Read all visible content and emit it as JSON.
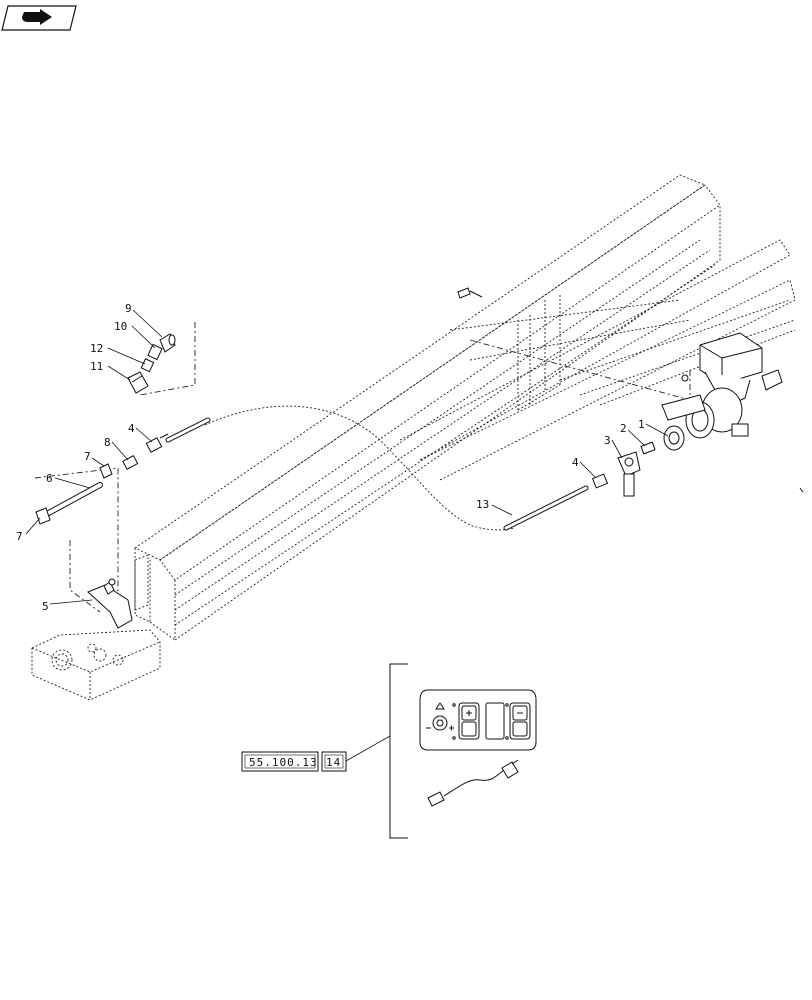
{
  "nav": {
    "icon": "next-page-arrow-icon"
  },
  "callouts": [
    {
      "id": "c9",
      "label": "9"
    },
    {
      "id": "c10",
      "label": "10"
    },
    {
      "id": "c12",
      "label": "12"
    },
    {
      "id": "c11",
      "label": "11"
    },
    {
      "id": "c4a",
      "label": "4"
    },
    {
      "id": "c8",
      "label": "8"
    },
    {
      "id": "c7a",
      "label": "7"
    },
    {
      "id": "c6",
      "label": "6"
    },
    {
      "id": "c7b",
      "label": "7"
    },
    {
      "id": "c5",
      "label": "5"
    },
    {
      "id": "c1",
      "label": "1"
    },
    {
      "id": "c2",
      "label": "2"
    },
    {
      "id": "c3",
      "label": "3"
    },
    {
      "id": "c4b",
      "label": "4"
    },
    {
      "id": "c13",
      "label": "13"
    }
  ],
  "reference": {
    "section": "55.100.13",
    "item": "14"
  }
}
